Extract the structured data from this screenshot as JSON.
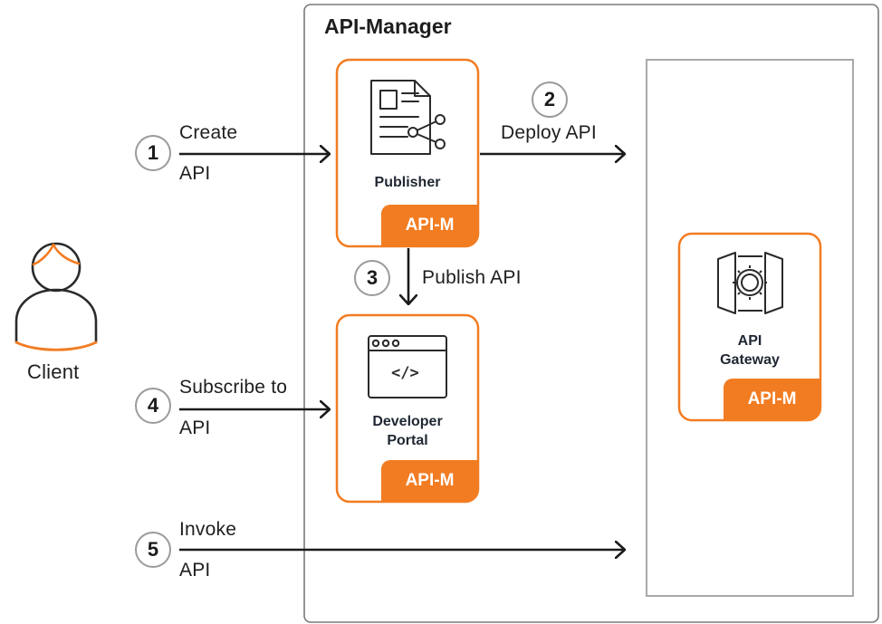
{
  "container_title": "API-Manager",
  "client_label": "Client",
  "components": {
    "publisher": {
      "name": "Publisher",
      "badge": "API-M"
    },
    "developer_portal": {
      "name_line1": "Developer",
      "name_line2": "Portal",
      "badge": "API-M"
    },
    "gateway": {
      "name_line1": "API",
      "name_line2": "Gateway",
      "badge": "API-M"
    }
  },
  "steps": [
    {
      "number": "1",
      "label_line1": "Create",
      "label_line2": "API"
    },
    {
      "number": "2",
      "label": "Deploy API"
    },
    {
      "number": "3",
      "label": "Publish API"
    },
    {
      "number": "4",
      "label_line1": "Subscribe to",
      "label_line2": "API"
    },
    {
      "number": "5",
      "label_line1": "Invoke",
      "label_line2": "API"
    }
  ],
  "colors": {
    "accent": "#f27c22",
    "line": "#1b1b1b",
    "container_border": "#7a7a7a",
    "gateway_area_border": "#a9a9a9"
  },
  "icons": {
    "client": "user-avatar-icon",
    "publisher": "document-share-icon",
    "developer_portal": "browser-code-icon",
    "gateway": "gateway-gear-icon"
  }
}
